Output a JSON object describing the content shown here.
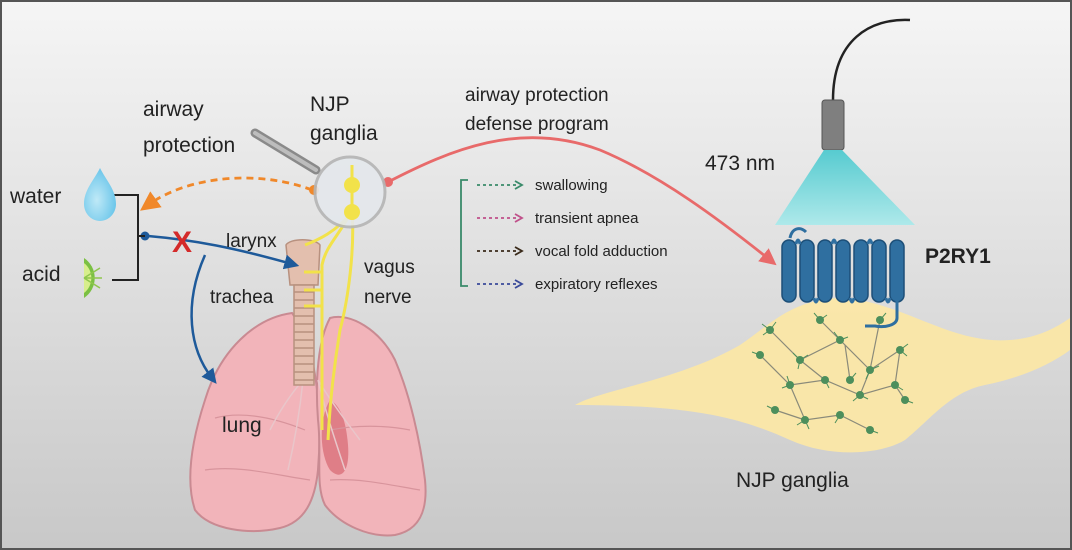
{
  "labels": {
    "airway_protection": [
      "airway",
      "protection"
    ],
    "njp_ganglia_top": [
      "NJP",
      "ganglia"
    ],
    "program_title": [
      "airway protection",
      "defense program"
    ],
    "water": "water",
    "acid": "acid",
    "larynx": "larynx",
    "trachea": "trachea",
    "vagus_nerve": [
      "vagus",
      "nerve"
    ],
    "lung": "lung",
    "wavelength": "473 nm",
    "receptor": "P2RY1",
    "njp_ganglia_bottom": "NJP ganglia"
  },
  "program_items": [
    {
      "label": "swallowing",
      "color": "#3a8a6a"
    },
    {
      "label": "transient apnea",
      "color": "#c0508a"
    },
    {
      "label": "vocal fold adduction",
      "color": "#3a2a1a"
    },
    {
      "label": "expiratory reflexes",
      "color": "#3a4a9a"
    }
  ],
  "colors": {
    "background_top": "#f4f4f4",
    "background_bottom": "#c9c9c9",
    "orange_arrow": "#f0882a",
    "red_arrow": "#e86a6a",
    "blue_arrow": "#1e5a9a",
    "nerve_yellow": "#f2e24a",
    "receptor_blue": "#2f6fa0",
    "ganglia_fill": "#fbe8a8",
    "lung_pink": "#f2b2b8",
    "light_cone": "#6fd6d4",
    "block_x": "#d42a2a"
  },
  "icons": [
    "water-drop-icon",
    "lime-icon",
    "magnifier-icon",
    "light-cone-icon",
    "block-x-icon"
  ]
}
